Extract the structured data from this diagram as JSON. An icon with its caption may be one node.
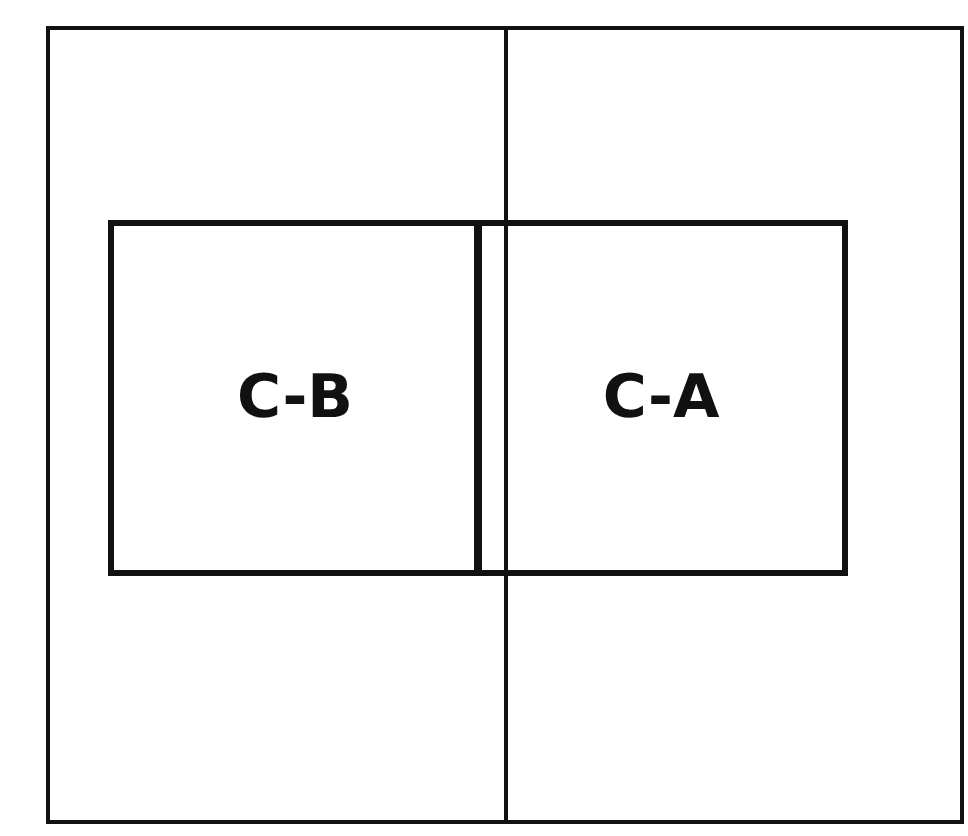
{
  "diagram": {
    "nodes": [
      {
        "text": [],
        "shape": "box"
      },
      {
        "text": [
          "C-B"
        ],
        "in": 0
      },
      {
        "text": [
          "C-A"
        ],
        "in": 0
      }
    ]
  }
}
